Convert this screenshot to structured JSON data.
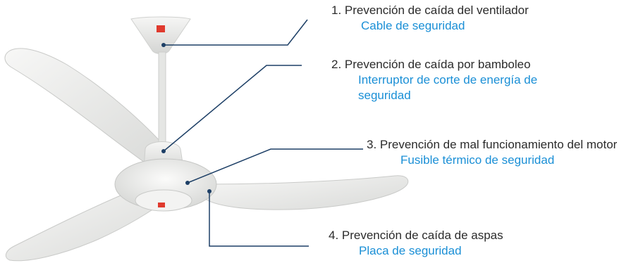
{
  "colors": {
    "title_text": "#2b2b2b",
    "subtitle_text": "#1a8fd6",
    "leader_line": "#1d3f66",
    "fan_body": "#eeeeec",
    "badge": "#e03a2e"
  },
  "callouts": [
    {
      "title": "1. Prevención de caída del ventilador",
      "subtitle": "Cable de seguridad"
    },
    {
      "title": "2. Prevención de caída por bamboleo",
      "subtitle": "Interruptor de corte de energía de seguridad"
    },
    {
      "title": "3. Prevención de mal funcionamiento del motor",
      "subtitle": "Fusible térmico de seguridad"
    },
    {
      "title": "4. Prevención de caída de aspas",
      "subtitle": "Placa de seguridad"
    }
  ]
}
